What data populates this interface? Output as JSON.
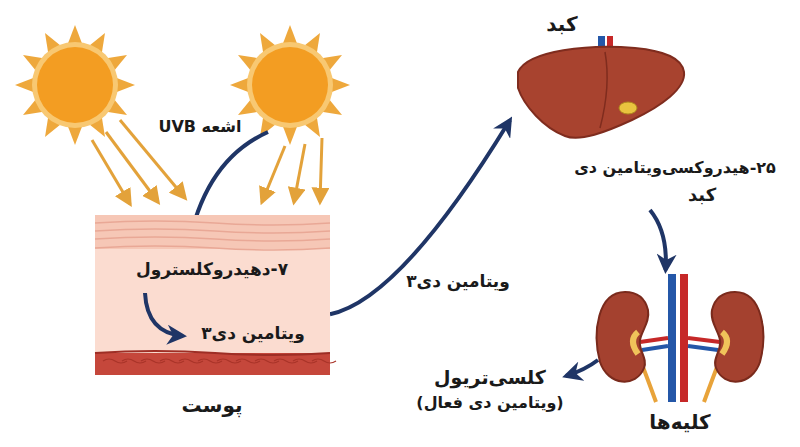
{
  "diagram": {
    "nodes": [
      {
        "text": [
          "۷-دهیدروکلسترول",
          "ویتامین دی۳",
          "پوست"
        ]
      },
      {
        "text": [
          "کبد",
          "۲۵-هیدروکسی‌ویتامین دی",
          "کبد"
        ]
      },
      {
        "text": [
          "کلیه‌ها"
        ]
      }
    ],
    "edges": [
      {
        "from": 0,
        "to": 1,
        "arrow": "to",
        "label": "ویتامین دی۳"
      },
      {
        "from": 1,
        "to": 2,
        "arrow": "to"
      }
    ],
    "labels": [
      "اشعه UVB",
      "کلسی‌تریول",
      "(ویتامین دی فعال)"
    ]
  }
}
